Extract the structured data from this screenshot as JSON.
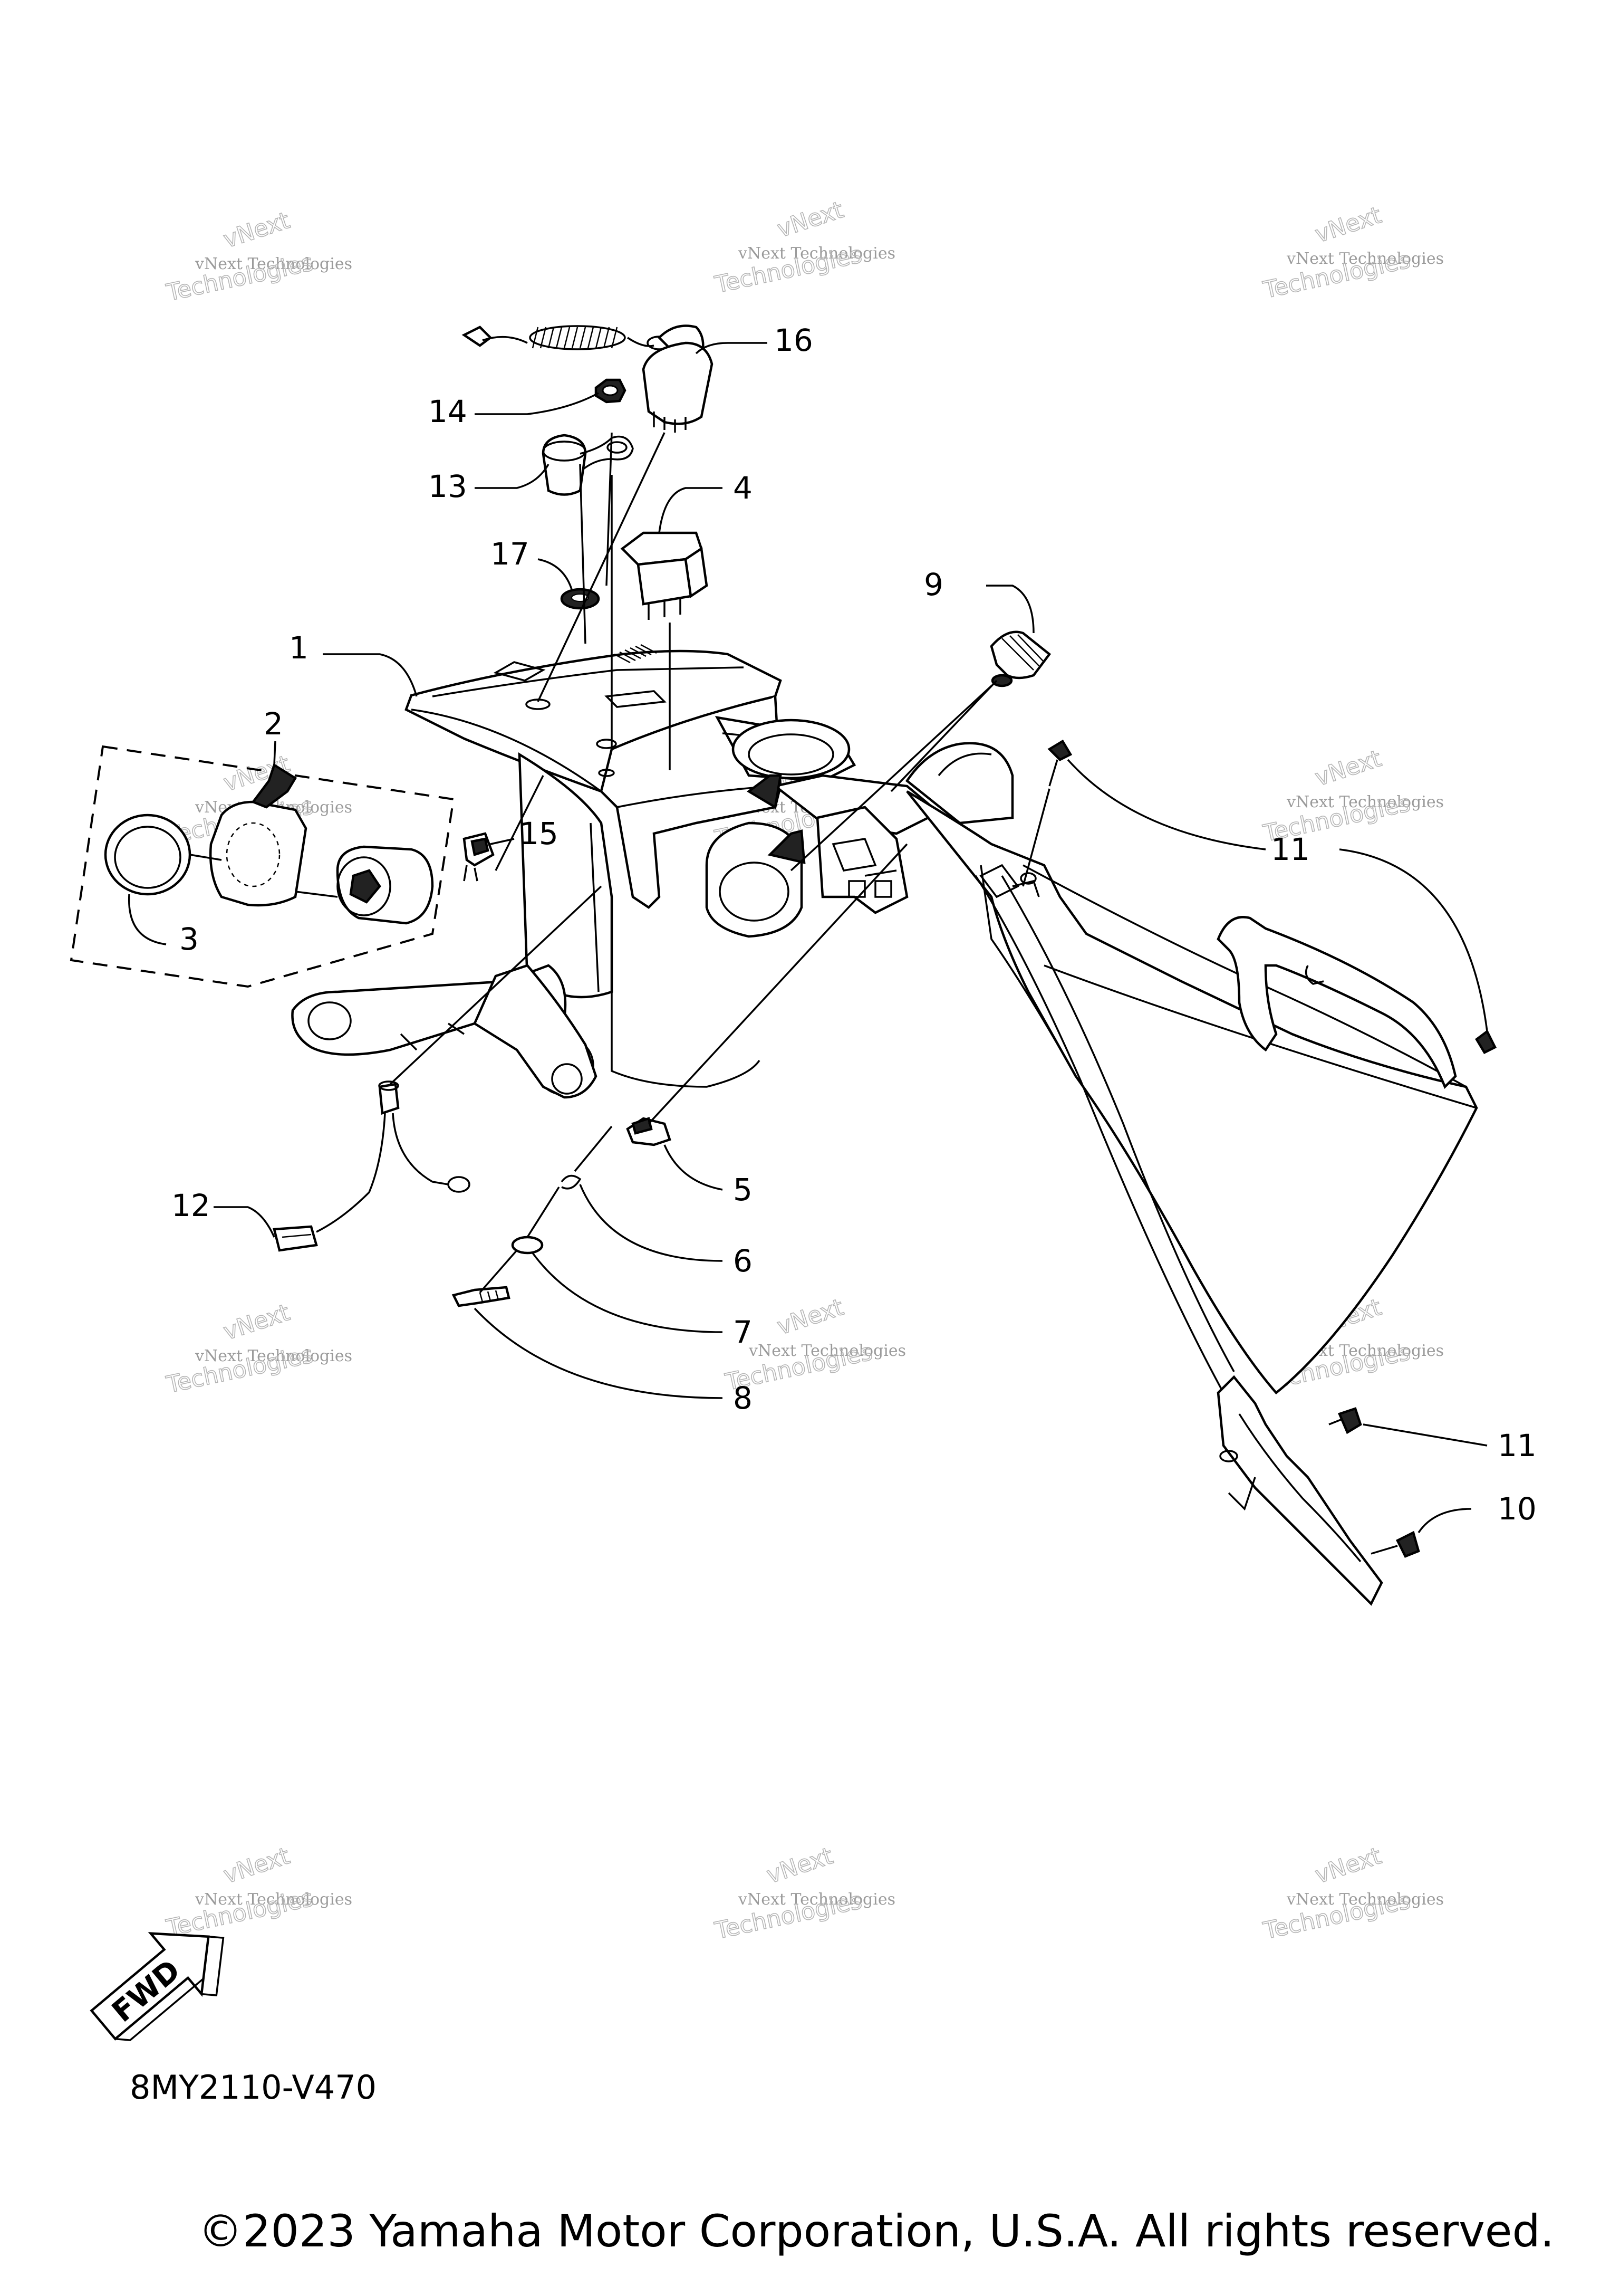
{
  "diagram_code": "8MY2110-V470",
  "copyright": "©2023 Yamaha Motor Corporation, U.S.A. All rights reserved.",
  "fwd_label": "FWD",
  "watermark": {
    "line1": "vNext Technologies",
    "line2": "vNext",
    "line3": "Technologies"
  },
  "callouts": {
    "c1": "1",
    "c2": "2",
    "c3": "3",
    "c4": "4",
    "c5": "5",
    "c6": "6",
    "c7": "7",
    "c8": "8",
    "c9": "9",
    "c10": "10",
    "c11a": "11",
    "c11b": "11",
    "c12": "12",
    "c13": "13",
    "c14": "14",
    "c15": "15",
    "c16": "16",
    "c17": "17"
  }
}
